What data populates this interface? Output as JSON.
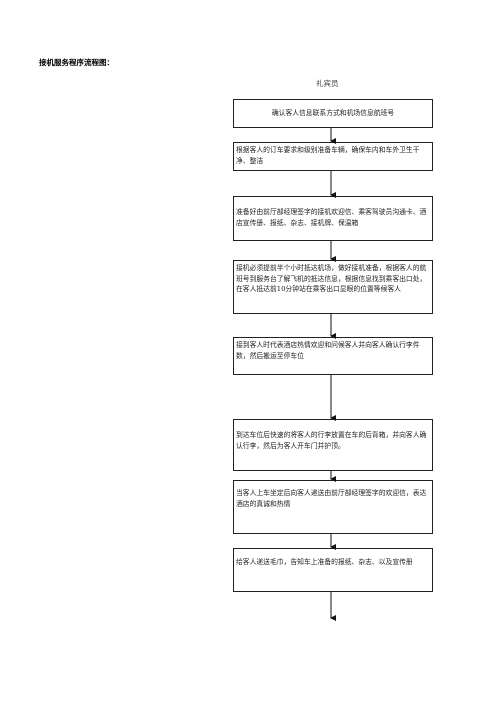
{
  "page": {
    "heading": "接机服务程序流程图：",
    "role_label": "礼宾员"
  },
  "flow": {
    "steps": [
      "确认客人信息联系方式和机场信息航班号",
      "根据客人的订车要求和级别准备车辆，确保车内和车外卫生干净、整洁",
      "准备好由前厅部经理签字的接机欢迎信、乘客驾驶员沟通卡、酒店宣传册、报纸、杂志、接机牌、保温箱",
      "接机必须提前半个小时抵达机场，做好接机准备，根据客人的航班号到服务台了解飞机的抵达信息，根据信息找到乘客出口处，在客人抵达前10分钟站在乘客出口显眼的位置等候客人",
      "接到客人时代表酒店热情欢迎和问候客人并向客人确认行李件数，然后搬运至停车位",
      "到达车位后快速的将客人的行李放置在车的后背箱，并向客人确认行李，然后为客人开车门并护顶。",
      "当客人上车坐定后向客人递送由前厅部经理签字的欢迎信，表达酒店的真诚和热情",
      "给客人递送毛巾，告知车上准备的报纸、杂志、以及宣传册"
    ]
  }
}
